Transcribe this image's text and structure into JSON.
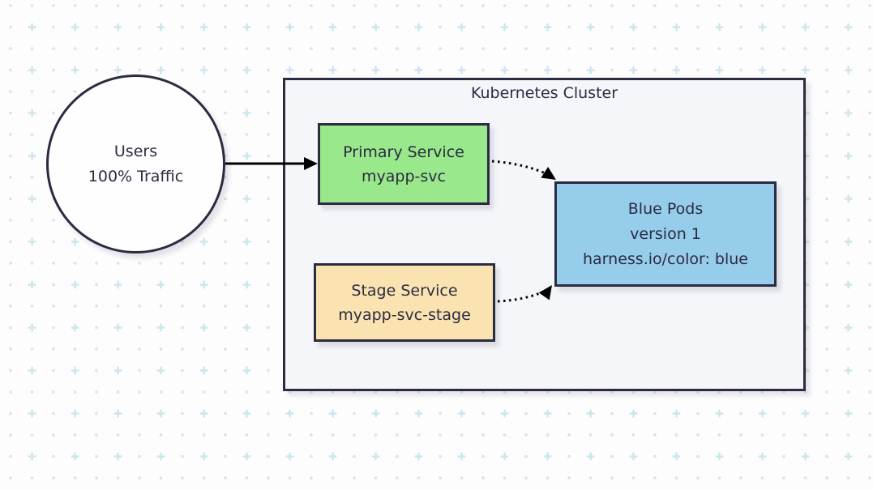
{
  "cluster": {
    "title": "Kubernetes Cluster"
  },
  "nodes": {
    "users": {
      "lines": [
        "Users",
        "100% Traffic"
      ],
      "shape": "circle",
      "fill": "#FEFEFE"
    },
    "primary_service": {
      "lines": [
        "Primary Service",
        "myapp-svc"
      ],
      "shape": "rect",
      "fill": "#99E88C"
    },
    "stage_service": {
      "lines": [
        "Stage Service",
        "myapp-svc-stage"
      ],
      "shape": "rect",
      "fill": "#FAE3B1"
    },
    "blue_pods": {
      "lines": [
        "Blue Pods",
        "version 1",
        "harness.io/color: blue"
      ],
      "shape": "rect",
      "fill": "#96CDEB"
    }
  },
  "edges": [
    {
      "from": "users",
      "to": "primary_service",
      "style": "solid"
    },
    {
      "from": "primary_service",
      "to": "blue_pods",
      "style": "dotted"
    },
    {
      "from": "stage_service",
      "to": "blue_pods",
      "style": "dotted"
    }
  ],
  "colors": {
    "outline": "#2B2B42",
    "text": "#2B2B42",
    "canvas_bg": "#FDFDFE",
    "cluster_fill": "#F5F6FA",
    "arrow": "#000000",
    "pattern_plus": "#CDE6EC",
    "pattern_dot": "#D9E5EF"
  }
}
